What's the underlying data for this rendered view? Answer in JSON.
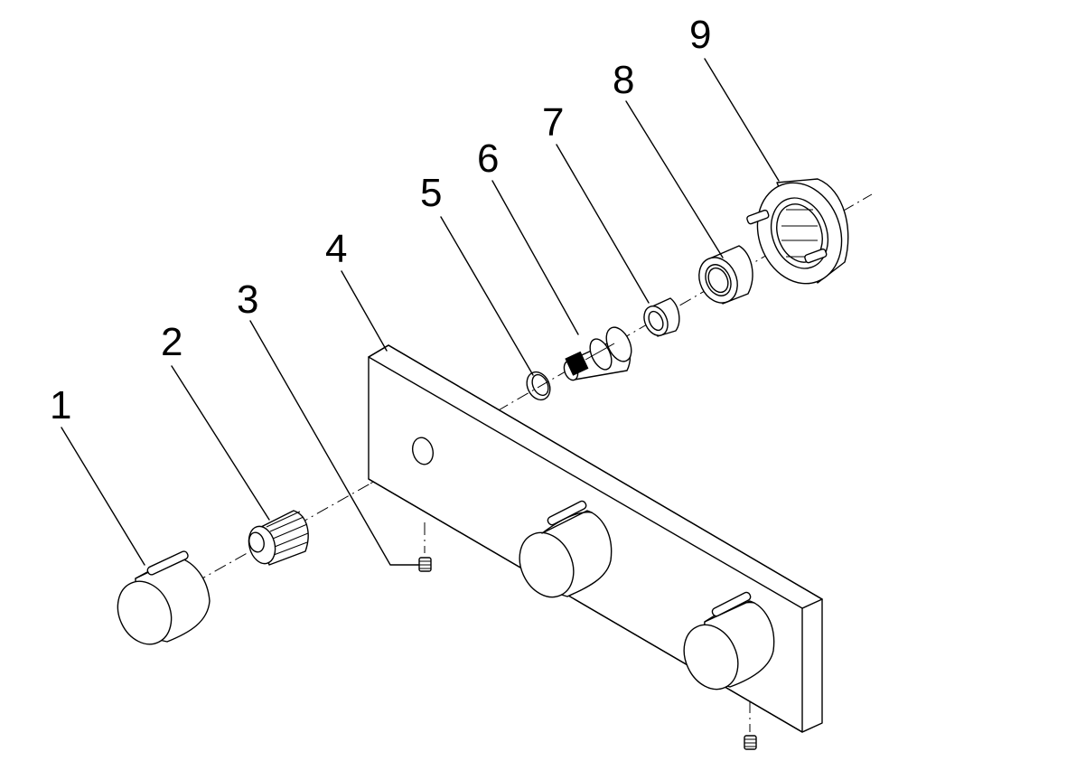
{
  "diagram": {
    "part_labels": [
      "1",
      "2",
      "3",
      "4",
      "5",
      "6",
      "7",
      "8",
      "9"
    ]
  },
  "colors": {
    "line": "#000000",
    "background": "#ffffff"
  }
}
